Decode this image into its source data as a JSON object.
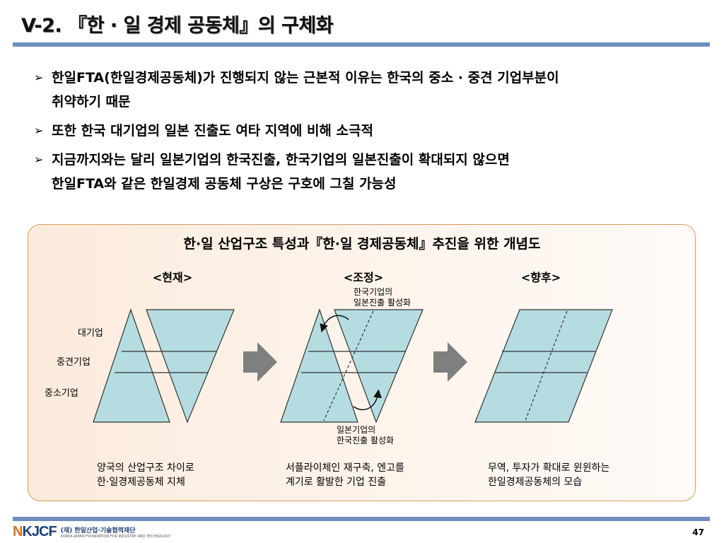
{
  "title": "V-2. 『한 · 일 경제 공동체』의 구체화",
  "bullets": [
    {
      "line1": "한일FTA(한일경제공동체)가 진행되지 않는 근본적 이유는 한국의 중소 · 중견 기업부분이",
      "line2": "취약하기 때문"
    },
    {
      "line1": "또한 한국 대기업의 일본 진출도 여타 지역에 비해 소극적",
      "line2": ""
    },
    {
      "line1": "지금까지와는 달리 일본기업의 한국진출, 한국기업의 일본진출이 확대되지 않으면",
      "line2": "한일FTA와 같은 한일경제 공동체 구상은 구호에 그칠 가능성"
    }
  ],
  "bullet_marker": "➢",
  "diagram": {
    "title": "한·일 산업구조 특성과『한·일 경제공동체』추진을 위한 개념도",
    "stages": [
      "<현재>",
      "<조정>",
      "<향후>"
    ],
    "tiers": [
      "대기업",
      "중견기업",
      "중소기업"
    ],
    "note_top": [
      "한국기업의",
      "일본진출 활성화"
    ],
    "note_bottom": [
      "일본기업의",
      "한국진출 활성화"
    ],
    "captions": [
      [
        "양국의 산업구조 차이로",
        "한·일경제공동체 지체"
      ],
      [
        "서플라이체인 재구축, 엔고를",
        "계기로 활발한 기업 진출"
      ],
      [
        "무역, 투자가 확대로 윈윈하는",
        "한일경제공동체의 모습"
      ]
    ],
    "colors": {
      "fill": "#b5dde1",
      "stroke": "#333333",
      "arrow": "#7f7f7f"
    }
  },
  "footer": {
    "logo_mark": "KJCF",
    "logo_korean": "(재) 한일산업·기술협력재단",
    "logo_english": "KOREA-JAPAN FOUNDATION FOR INDUSTRY AND TECHNOLOGY",
    "page_number": "47"
  }
}
